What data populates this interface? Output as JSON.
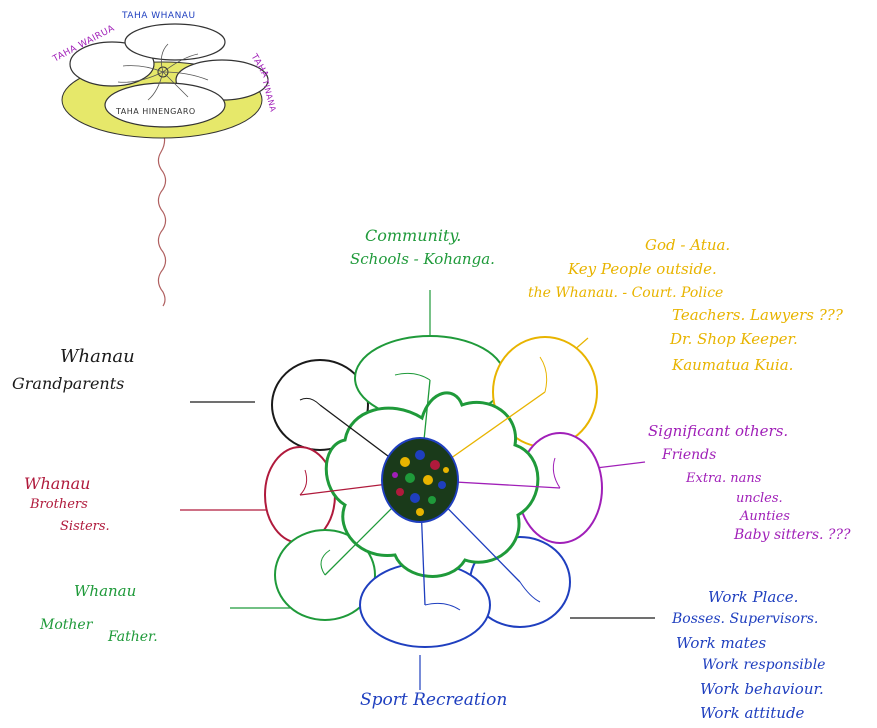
{
  "colors": {
    "black": "#1a1a1a",
    "green": "#1f9a3a",
    "yellow": "#e8b400",
    "purple": "#a01fb8",
    "crimson": "#b01a3c",
    "blue": "#1f3fbf",
    "lime": "#e6e86a"
  },
  "small_flower": {
    "label_top": "TAHA WHANAU",
    "label_left": "TAHA WAIRUA",
    "label_right_1": "TAHA",
    "label_right_2": "TINANA",
    "label_bottom": "TAHA HINENGARO"
  },
  "labels": {
    "community_1": "Community.",
    "community_2": "Schools - Kohanga.",
    "god_1": "God - Atua.",
    "god_2": "Key People outside.",
    "god_3": "the Whanau. - Court. Police",
    "god_4": "Teachers. Lawyers ???",
    "god_5": "Dr. Shop Keeper.",
    "god_6": "Kaumatua Kuia.",
    "grand_1": "Whanau",
    "grand_2": "Grandparents",
    "sib_1": "Whanau",
    "sib_2": "Brothers",
    "sib_3": "Sisters.",
    "sig_1": "Significant others.",
    "sig_2": "Friends",
    "sig_3": "Extra. nans",
    "sig_4": "uncles.",
    "sig_5": "Aunties",
    "sig_6": "Baby sitters. ???",
    "parents_1": "Whanau",
    "parents_2": "Mother",
    "parents_3": "Father.",
    "work_1": "Work Place.",
    "work_2": "Bosses. Supervisors.",
    "work_3": "Work mates",
    "work_4": "Work responsible",
    "work_5": "Work behaviour.",
    "work_6": "Work attitude",
    "sport": "Sport Recreation"
  }
}
